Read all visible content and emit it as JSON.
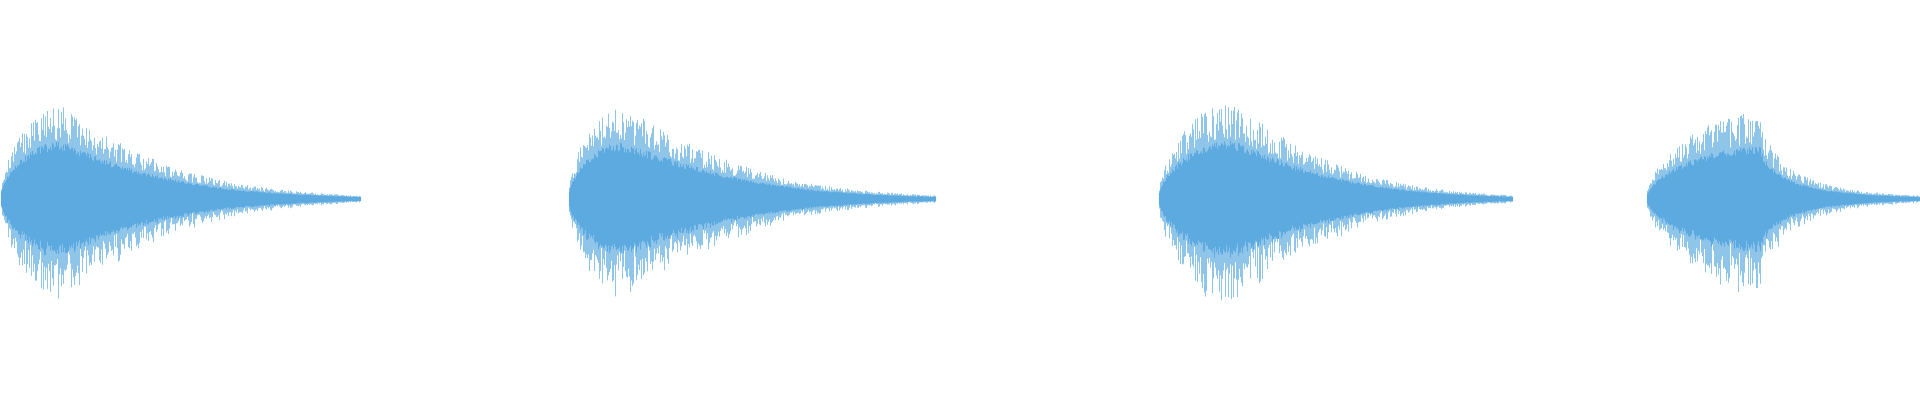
{
  "waveform": {
    "color": "#5daae0",
    "background": "#ffffff",
    "burst_count": 4,
    "bursts": [
      {
        "index": 1,
        "decays_to_silence": true
      },
      {
        "index": 2,
        "decays_to_silence": true
      },
      {
        "index": 3,
        "decays_to_silence": true
      },
      {
        "index": 4,
        "decays_to_silence": false
      }
    ]
  }
}
